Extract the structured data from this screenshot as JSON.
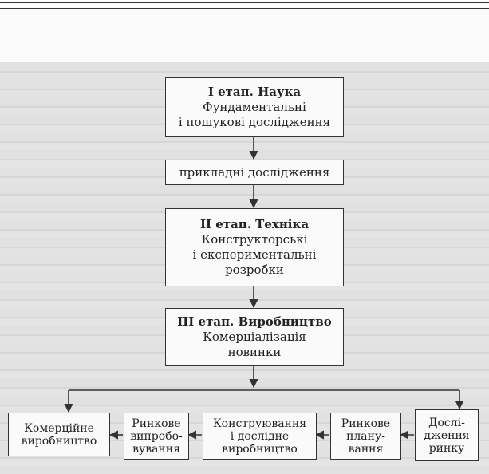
{
  "stages": {
    "science": {
      "title": "І етап. Наука",
      "line1": "Фундаментальні",
      "line2": "і пошукові дослідження"
    },
    "applied": {
      "label": "прикладні дослідження"
    },
    "technique": {
      "title": "ІІ етап. Техніка",
      "line1": "Конструкторські",
      "line2": "і експериментальні",
      "line3": "розробки"
    },
    "production": {
      "title": "ІІІ етап. Виробництво",
      "line1": "Комерціалізація",
      "line2": "новинки"
    }
  },
  "bottom_chain": [
    {
      "lines": [
        "Комерційне",
        "виробництво"
      ]
    },
    {
      "lines": [
        "Ринкове",
        "випробо-",
        "вування"
      ]
    },
    {
      "lines": [
        "Конструювання",
        "і дослідне",
        "виробництво"
      ]
    },
    {
      "lines": [
        "Ринкове",
        "плану-",
        "вання"
      ]
    },
    {
      "lines": [
        "Дослі-",
        "дження",
        "ринку"
      ]
    }
  ]
}
